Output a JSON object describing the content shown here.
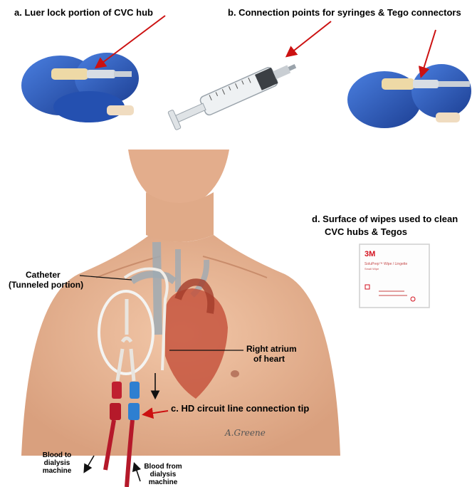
{
  "labels": {
    "a": "a.  Luer lock portion of CVC hub",
    "b": "b.  Connection points for syringes & Tego connectors",
    "c": "c.  HD circuit line connection tip",
    "d_line1": "d. Surface of wipes used to clean",
    "d_line2": "CVC hubs & Tegos",
    "catheter_line1": "Catheter",
    "catheter_line2": "(Tunneled portion)",
    "right_atrium_line1": "Right atrium",
    "right_atrium_line2": "of heart",
    "blood_to": [
      "Blood to",
      "dialysis",
      "machine"
    ],
    "blood_from": [
      "Blood from",
      "dialysis",
      "machine"
    ]
  },
  "wipe_package": {
    "brand": "3M",
    "product": "SoluPrep™ Wipe / Lingette",
    "sub": "Small Wipe"
  },
  "signature": "A.Greene",
  "colors": {
    "pointer_arrow": "#cc1111",
    "skin": "#e7b597",
    "glove": "#2d5fbf",
    "heart": "#c4513a",
    "red_line": "#b5192a",
    "blue_line": "#2e7fd1"
  }
}
